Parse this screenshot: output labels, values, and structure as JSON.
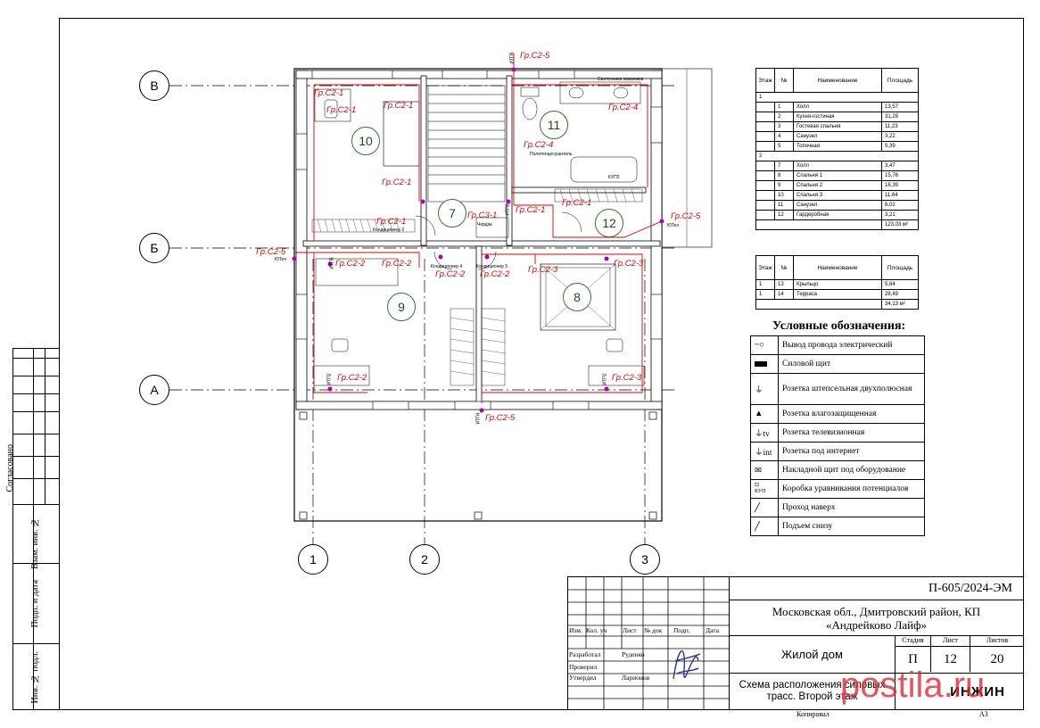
{
  "side_strip": {
    "agreed": "Согласовано",
    "inv_replace": "Взам. инв. №",
    "sign_date": "Подп. и дата",
    "inv_orig": "Инв. № подл."
  },
  "axes": {
    "v": "В",
    "b": "Б",
    "a": "А",
    "n1": "1",
    "n2": "2",
    "n3": "3"
  },
  "rooms": [
    "10",
    "11",
    "7",
    "12",
    "9",
    "8"
  ],
  "circuit_labels": [
    "Гр.С2-5",
    "Гр.С2-1",
    "Гр.С2-1",
    "Гр.С2-1",
    "Гр.С2-4",
    "Гр.С2-4",
    "Гр.С2-1",
    "Гр.С2-1",
    "Гр.С3-1",
    "Гр.С2-1",
    "Гр.С2-1",
    "Гр.С2-5",
    "Гр.С2-5",
    "Гр.С2-2",
    "Гр.С2-2",
    "Гр.С2-2",
    "Гр.С2-2",
    "Гр.С2-3",
    "Гр.С2-3",
    "Гр.С2-2",
    "Гр.С2-3",
    "Гр.С2-5"
  ],
  "plan_notes": {
    "bath_furniture": "Сантехника заказчика",
    "towel_dryer": "Полотенцесушитель",
    "attic": "Чердак",
    "ac2": "Кондиционер 2",
    "ac4": "Кондиционер 4",
    "ac5": "Кондиционер 5",
    "kup1": "КУП2",
    "itp1": "ИТП2",
    "itp2": "ИТП2",
    "itp3": "ИТП2",
    "itp4": "ИТП4",
    "itp5": "ИТП5",
    "itp6": "ИТП5",
    "street1": "ЮТео",
    "street2": "ЮТео"
  },
  "room_table": {
    "headers": [
      "Этаж",
      "№",
      "Наименование",
      "Площадь"
    ],
    "floors": [
      {
        "floor": "1",
        "rows": [
          [
            "1",
            "Холл",
            "13,57"
          ],
          [
            "2",
            "Кухня-гостиная",
            "31,29"
          ],
          [
            "3",
            "Гостевая спальня",
            "11,23"
          ],
          [
            "4",
            "Санузел",
            "3,22"
          ],
          [
            "5",
            "Топочная",
            "5,39"
          ]
        ]
      },
      {
        "floor": "2",
        "rows": [
          [
            "7",
            "Холл",
            "3,47"
          ],
          [
            "8",
            "Спальня 1",
            "15,76"
          ],
          [
            "9",
            "Спальня 2",
            "16,39"
          ],
          [
            "10",
            "Спальня 3",
            "11,64"
          ],
          [
            "11",
            "Санузел",
            "6,02"
          ],
          [
            "12",
            "Гардеробная",
            "3,21"
          ]
        ]
      }
    ],
    "total": "123,03 м²"
  },
  "room_table2": {
    "headers": [
      "Этаж",
      "№",
      "Наименование",
      "Площадь"
    ],
    "rows": [
      [
        "1",
        "13",
        "Крыльцо",
        "5,64"
      ],
      [
        "1",
        "14",
        "Терраса",
        "28,49"
      ]
    ],
    "total": "34,13 м²"
  },
  "legend": {
    "title": "Условные обозначения:",
    "items": [
      {
        "icon": "wire-outlet-icon",
        "text": "Вывод провода электрический"
      },
      {
        "icon": "power-panel-icon",
        "text": "Силовой щит"
      },
      {
        "icon": "socket-icon",
        "text": "Розетка штепсельная двухполюсная"
      },
      {
        "icon": "waterproof-socket-icon",
        "text": "Розетка влагозащищенная"
      },
      {
        "icon": "tv-socket-icon",
        "text": "Розетка телевизионная"
      },
      {
        "icon": "internet-socket-icon",
        "text": "Розетка под интернет"
      },
      {
        "icon": "surface-panel-icon",
        "text": "Накладной щит под оборудование"
      },
      {
        "icon": "equipotential-box-icon",
        "text": "Коробка уравнивания потенциалов"
      },
      {
        "icon": "riser-up-icon",
        "text": "Проход наверх"
      },
      {
        "icon": "riser-down-icon",
        "text": "Подъем снизу"
      }
    ],
    "kup_label": "КУП"
  },
  "stamp": {
    "code": "П-605/2024-ЭМ",
    "location": "Московская обл., Дмитровский район, КП «Андрейково Лайф»",
    "object": "Жилой дом",
    "sheet_title": "Схема расположения силовых трасс. Второй этаж",
    "col_izm": "Изм.",
    "col_kol": "Кол. уч",
    "col_list": "Лист",
    "col_doc": "№ док",
    "col_podp": "Подп.",
    "col_date": "Дата",
    "role1": "Разработал",
    "name1": "Руденко",
    "role2": "Проверил",
    "role3": "Утвердил",
    "name3": "Ларионов",
    "stage_h": "Стадия",
    "sheet_h": "Лист",
    "sheets_h": "Листов",
    "stage": "П",
    "sheet": "12",
    "sheets": "20",
    "company": "ИНЖИН",
    "copied": "Копировал",
    "format": "А3"
  },
  "watermark": "postila.ru",
  "colors": {
    "circuit": "#dd0000",
    "room_ring": "#2a7a2a",
    "marker": "#b000b0"
  }
}
